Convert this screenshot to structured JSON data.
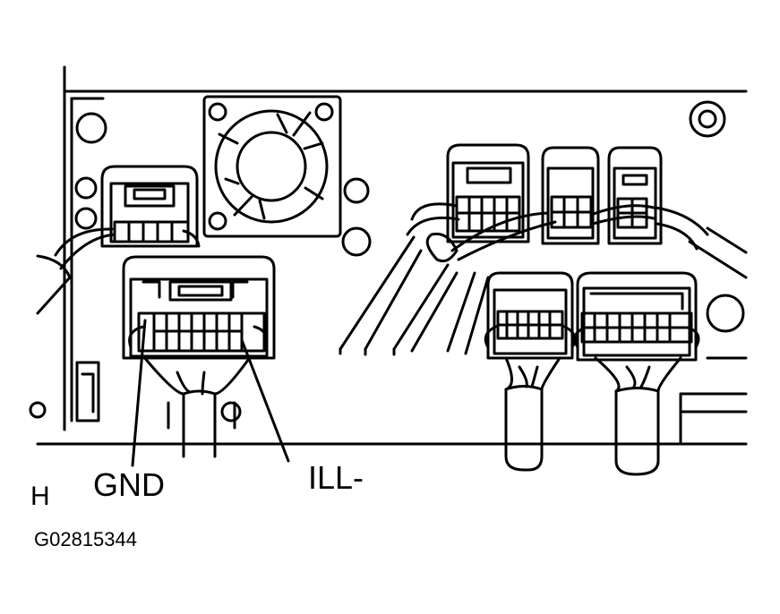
{
  "labels": {
    "gnd": "GND",
    "ill": "ILL-",
    "view": "H",
    "figure_id": "G02815344"
  },
  "colors": {
    "line": "#000000",
    "background": "#ffffff"
  }
}
